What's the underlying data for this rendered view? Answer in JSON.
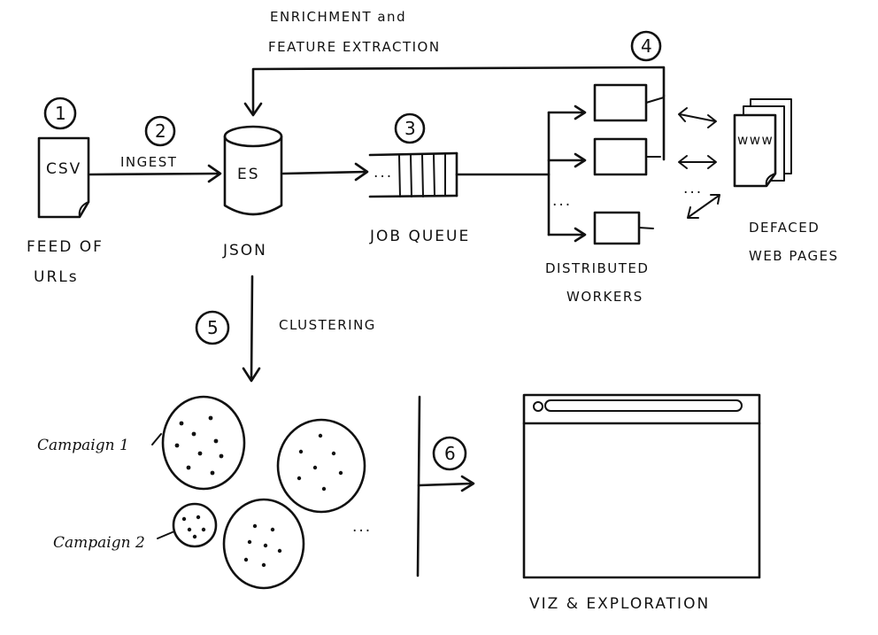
{
  "steps": {
    "s1": "1",
    "s2": "2",
    "s3": "3",
    "s4": "4",
    "s5": "5",
    "s6": "6"
  },
  "labels": {
    "csv": "CSV",
    "feed_line1": "FEED OF",
    "feed_line2": "URLs",
    "ingest": "INGEST",
    "es": "ES",
    "json": "JSON",
    "queue_dots": "...",
    "job_queue": "JOB QUEUE",
    "enrich_line1": "ENRICHMENT and",
    "enrich_line2": "FEATURE EXTRACTION",
    "workers_dots": "...",
    "workers_line1": "DISTRIBUTED",
    "workers_line2": "WORKERS",
    "www": "www",
    "pages_dots": "...",
    "defaced_line1": "DEFACED",
    "defaced_line2": "WEB PAGES",
    "clustering": "CLUSTERING",
    "campaign1": "Campaign 1",
    "campaign2": "Campaign 2",
    "clusters_dots": "...",
    "viz": "VIZ & EXPLORATION"
  }
}
